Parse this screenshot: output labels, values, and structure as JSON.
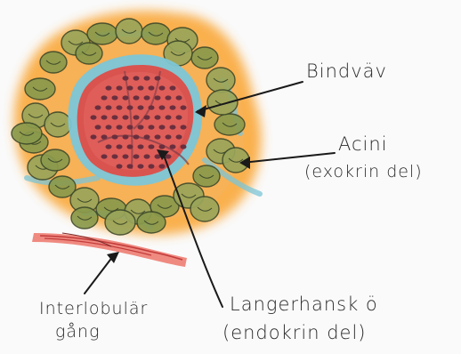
{
  "labels": {
    "bindevaev": "Bindväv",
    "acini_line1": "Acini",
    "acini_line2": "(exokrin del)",
    "langerhans_line1": "Langerhansk ö",
    "langerhans_line2": "(endokrin del)",
    "duct_line1": "Interlobulär",
    "duct_line2": "gång"
  },
  "colors": {
    "background": "#fafafa",
    "orange_halo": "#f9a83a",
    "acini_green": "#8a9a4c",
    "connective_blue": "#7cc6d8",
    "islet_red": "#d9534f",
    "islet_dark_cells": "#6a2f3e",
    "duct_pink": "#ef8a80",
    "ink": "#2a2a2a"
  }
}
